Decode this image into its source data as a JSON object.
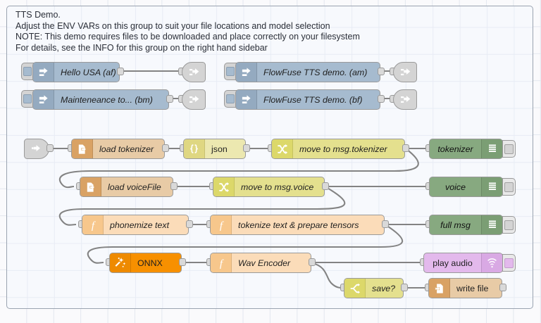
{
  "app": {
    "name": "Node-RED",
    "view": "flow-editor"
  },
  "group": {
    "comment": "TTS Demo.\nAdjust the ENV VARs on this group to suit your file locations and model selection\nNOTE: This demo requires files to be downloaded and place correctly on your filesystem\nFor details, see the INFO for this group on the right hand sidebar"
  },
  "colors": {
    "inject": "#a6bbcf",
    "file": "#e8cba6",
    "json": "#ece8b0",
    "change": "#e4e08e",
    "switch": "#e4e08e",
    "function": "#fbdcb9",
    "debug": "#87a980",
    "onnx": "#f79000",
    "audio": "#e3b9ec",
    "link": "#d4d4d4",
    "wire": "#838383",
    "group_border": "#9aa3b0",
    "group_fill": "#f7f9fd",
    "canvas": "#fafafc"
  },
  "nodes": {
    "inject_hello_usa": {
      "label": "Hello USA (af)",
      "type": "inject",
      "icon": "inject-arrow-icon"
    },
    "inject_maintenance": {
      "label": "Mainteneance to... (bm)",
      "type": "inject",
      "icon": "inject-arrow-icon"
    },
    "inject_tts_am": {
      "label": "FlowFuse TTS demo. (am)",
      "type": "inject",
      "icon": "inject-arrow-icon"
    },
    "inject_tts_bf": {
      "label": "FlowFuse TTS demo. (bf)",
      "type": "inject",
      "icon": "inject-arrow-icon"
    },
    "link_out_1": {
      "label": "",
      "type": "link-out",
      "icon": "link-out-icon"
    },
    "link_out_2": {
      "label": "",
      "type": "link-out",
      "icon": "link-out-icon"
    },
    "link_out_3": {
      "label": "",
      "type": "link-out",
      "icon": "link-out-icon"
    },
    "link_out_4": {
      "label": "",
      "type": "link-out",
      "icon": "link-out-icon"
    },
    "link_in_1": {
      "label": "",
      "type": "link-in",
      "icon": "link-in-icon"
    },
    "load_tokenizer": {
      "label": "load tokenizer",
      "type": "file-in",
      "icon": "file-icon"
    },
    "json": {
      "label": "json",
      "type": "json",
      "icon": "braces-icon"
    },
    "move_tokenizer": {
      "label": "move to msg.tokenizer",
      "type": "change",
      "icon": "shuffle-icon"
    },
    "debug_tokenizer": {
      "label": "tokenizer",
      "type": "debug",
      "icon": "debug-lines-icon"
    },
    "load_voicefile": {
      "label": "load voiceFile",
      "type": "file-in",
      "icon": "file-icon"
    },
    "move_voice": {
      "label": "move to msg.voice",
      "type": "change",
      "icon": "shuffle-icon"
    },
    "debug_voice": {
      "label": "voice",
      "type": "debug",
      "icon": "debug-lines-icon"
    },
    "phonemize_text": {
      "label": "phonemize text",
      "type": "function",
      "icon": "function-f-icon"
    },
    "tokenize_prepare": {
      "label": "tokenize text & prepare tensors",
      "type": "function",
      "icon": "function-f-icon"
    },
    "debug_full_msg": {
      "label": "full msg",
      "type": "debug",
      "icon": "debug-lines-icon"
    },
    "onnx": {
      "label": "ONNX",
      "type": "onnx",
      "icon": "magic-wand-icon"
    },
    "wav_encoder": {
      "label": "Wav Encoder",
      "type": "function",
      "icon": "function-f-icon"
    },
    "play_audio": {
      "label": "play audio",
      "type": "audio-out",
      "icon": "audio-wave-icon"
    },
    "save_switch": {
      "label": "save?",
      "type": "switch",
      "icon": "switch-branch-icon"
    },
    "write_file": {
      "label": "write file",
      "type": "file-out",
      "icon": "file-arrow-icon"
    }
  }
}
